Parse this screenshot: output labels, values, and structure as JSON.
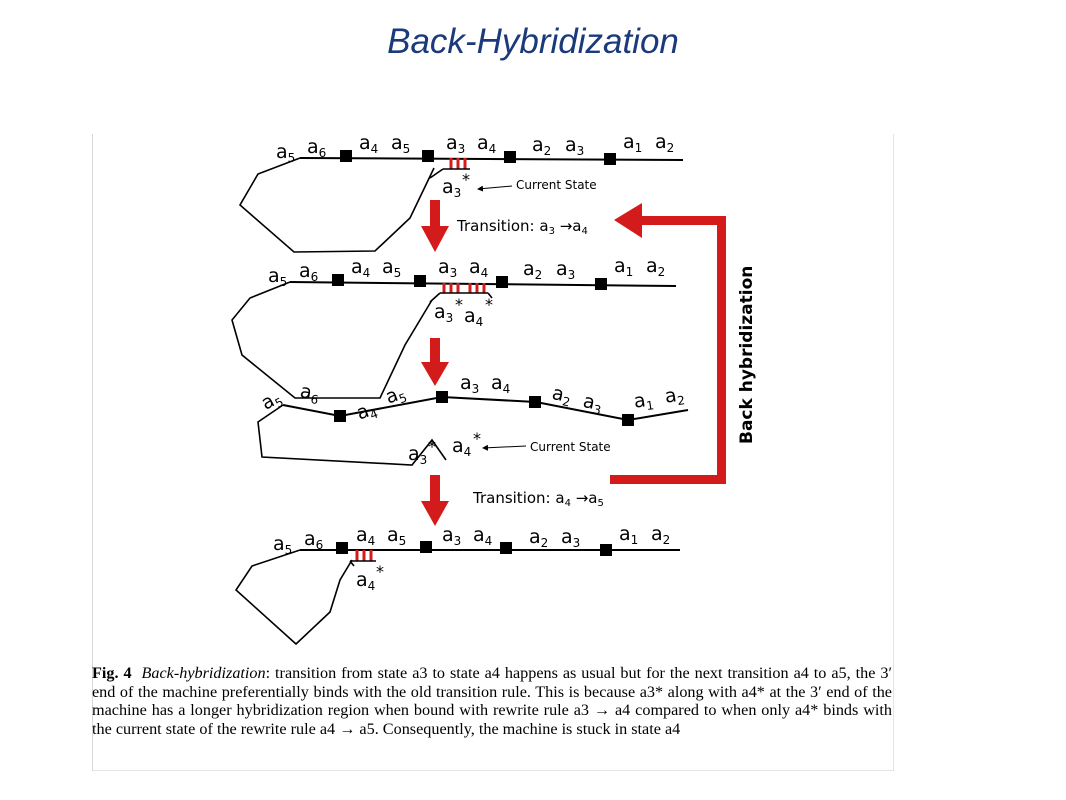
{
  "slide": {
    "title": "Back-Hybridization"
  },
  "diagram": {
    "symbols": [
      "a5",
      "a6",
      "a4",
      "a5",
      "a3",
      "a4",
      "a2",
      "a3",
      "a1",
      "a2"
    ],
    "stage1": {
      "probe": "a3",
      "note": "Current State"
    },
    "transition1": {
      "label": "Transition: a3 →a4"
    },
    "stage2": {
      "probes": [
        "a3",
        "a4"
      ]
    },
    "stage3": {
      "probes": [
        "a3",
        "a4"
      ],
      "note": "Current State"
    },
    "transition2": {
      "label": "Transition: a4 →a5"
    },
    "stage4": {
      "probe": "a4"
    },
    "side_label": "Back hybridization",
    "colors": {
      "highlight": "#d41b1b",
      "strand": "#000000"
    }
  },
  "caption": {
    "fig_label": "Fig. 4",
    "title_italic": "Back-hybridization",
    "text": ": transition from state a3 to state a4 happens as usual but for the next transition a4 to a5, the 3′ end of the machine preferentially binds with the old transition rule. This is because a3* along with a4* at the 3′ end of the machine has a longer hybridization region when bound with rewrite rule a3 → a4 compared to when only a4* binds with the current state of the rewrite rule a4 → a5. Consequently, the machine is stuck in state a4"
  }
}
